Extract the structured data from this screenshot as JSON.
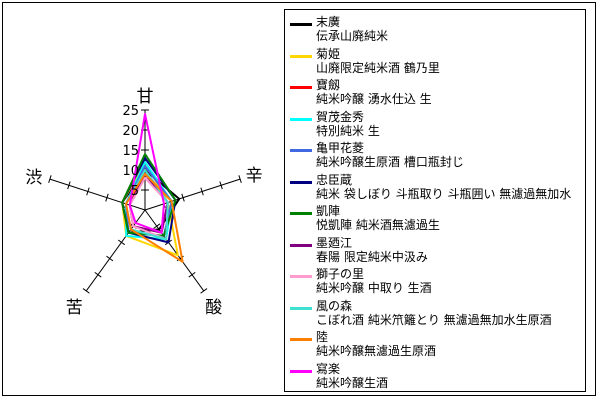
{
  "chart_data": {
    "type": "radar",
    "title": "",
    "axes": [
      "甘",
      "辛",
      "酸",
      "苦",
      "渋"
    ],
    "ticks": [
      "5",
      "10",
      "15",
      "20",
      "25"
    ],
    "rmax": 25,
    "series": [
      {
        "name": "末廣",
        "subtitle": "伝承山廃純米",
        "color": "#000000",
        "values": [
          10,
          9,
          6,
          7,
          6
        ]
      },
      {
        "name": "菊姫",
        "subtitle": "山廃限定純米酒 鶴乃里",
        "color": "#ffd700",
        "values": [
          12,
          6,
          14,
          8,
          6
        ]
      },
      {
        "name": "寶劔",
        "subtitle": "純米吟醸 湧水仕込 生",
        "color": "#ff0000",
        "values": [
          10,
          6,
          7,
          5,
          4
        ]
      },
      {
        "name": "賀茂金秀",
        "subtitle": "特別純米 生",
        "color": "#00ffff",
        "values": [
          12,
          7,
          9,
          8,
          5
        ]
      },
      {
        "name": "亀甲花菱",
        "subtitle": "純米吟醸生原酒 槽口瓶封じ",
        "color": "#4169e1",
        "values": [
          11,
          7,
          8,
          7,
          5
        ]
      },
      {
        "name": "忠臣蔵",
        "subtitle": "純米 袋しぼり 斗瓶取り 斗瓶囲い 無濾過無加水",
        "color": "#000080",
        "values": [
          13,
          8,
          10,
          7,
          6
        ]
      },
      {
        "name": "凱陣",
        "subtitle": "悦凱陣 純米酒無濾過生",
        "color": "#008000",
        "values": [
          14,
          8,
          8,
          7,
          6
        ]
      },
      {
        "name": "墨廼江",
        "subtitle": "春陽 限定純米中汲み",
        "color": "#800080",
        "values": [
          9,
          6,
          7,
          5,
          4
        ]
      },
      {
        "name": "獅子の里",
        "subtitle": "純米吟醸 中取り 生酒",
        "color": "#ff9ccf",
        "values": [
          8,
          6,
          9,
          5,
          4
        ]
      },
      {
        "name": "風の森",
        "subtitle": "こぼれ酒 純米笊籬とり 無濾過無加水生原酒",
        "color": "#40e0d0",
        "values": [
          10,
          6,
          9,
          6,
          5
        ]
      },
      {
        "name": "陸",
        "subtitle": "純米吟醸無濾過生原酒",
        "color": "#ff7f00",
        "values": [
          9,
          7,
          16,
          6,
          5
        ]
      },
      {
        "name": "寫楽",
        "subtitle": "純米吟醸生酒",
        "color": "#ff00ff",
        "values": [
          24,
          5,
          7,
          4,
          4
        ]
      }
    ]
  }
}
